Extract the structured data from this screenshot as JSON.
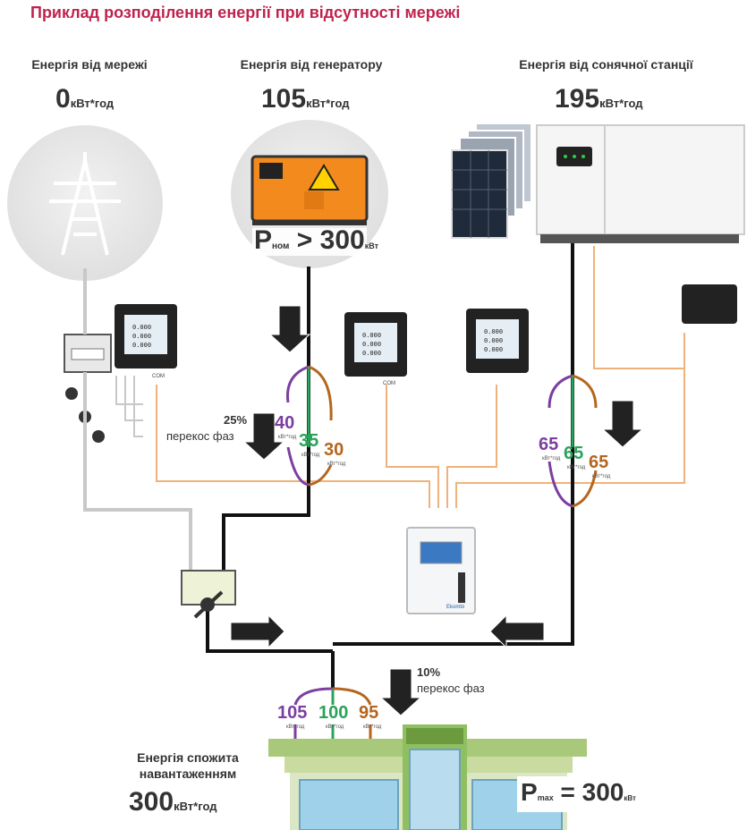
{
  "title": "Приклад розподілення енергії при відсутності мережі",
  "sources": {
    "grid": {
      "label": "Енергія від мережі",
      "value": "0",
      "unit": "кВт*год"
    },
    "generator": {
      "label": "Енергія від генератору",
      "value": "105",
      "unit": "кВт*год",
      "rating_symbol": "P",
      "rating_sub": "ном",
      "rating_op": "> 300",
      "rating_unit": "кВт"
    },
    "solar": {
      "label": "Енергія від сонячної станції",
      "value": "195",
      "unit": "кВт*год"
    }
  },
  "generator_phases": {
    "values": [
      "40",
      "35",
      "30"
    ],
    "unit": "кВт*год",
    "skew_pct": "25%",
    "skew_label": "перекос фаз"
  },
  "solar_phases": {
    "values": [
      "65",
      "65",
      "65"
    ],
    "unit": "кВт*год"
  },
  "load_phases": {
    "values": [
      "105",
      "100",
      "95"
    ],
    "unit": "кВт*год",
    "skew_pct": "10%",
    "skew_label": "перекос фаз"
  },
  "load": {
    "label_line1": "Енергія спожита",
    "label_line2": "навантаженням",
    "value": "300",
    "unit": "кВт*год",
    "max_symbol": "P",
    "max_sub": "max",
    "max_op": "= 300",
    "max_unit": "кВт"
  },
  "meter_values": [
    "0.000",
    "0.000",
    "0.000"
  ],
  "com_label": "COM",
  "controller_brand": "Ekombi",
  "colors": {
    "phase1": "#7b3fa0",
    "phase2": "#2aa35a",
    "phase3": "#b5651d",
    "comm": "#f0b27a",
    "title": "#c0234d"
  }
}
